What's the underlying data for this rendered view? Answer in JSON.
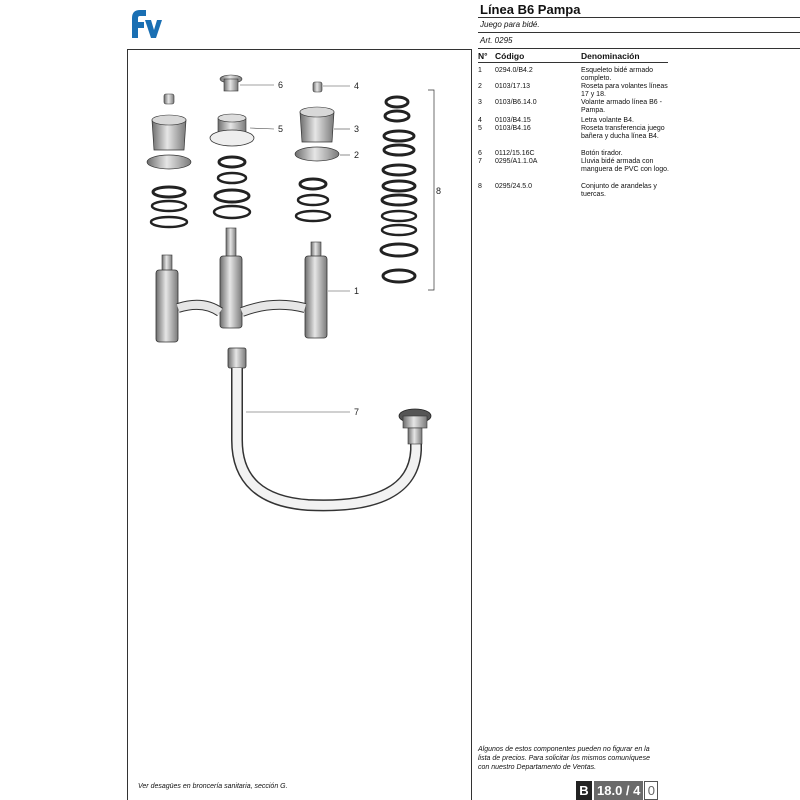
{
  "header": {
    "title": "Línea B6 Pampa",
    "subtitle": "Juego para bidé.",
    "article": "Art. 0295"
  },
  "brand": {
    "logo_text": "fv",
    "color": "#1a6fb3"
  },
  "table": {
    "col_n": "N°",
    "col_code": "Código",
    "col_name": "Denominación",
    "rows": [
      {
        "n": "1",
        "code": "0294.0/B4.2",
        "name": "Esqueleto bidé armado completo."
      },
      {
        "n": "2",
        "code": "0103/17.13",
        "name": "Roseta para volantes líneas 17 y 18."
      },
      {
        "n": "3",
        "code": "0103/B6.14.0",
        "name": "Volante armado línea B6 - Pampa."
      },
      {
        "n": "4",
        "code": "0103/B4.15",
        "name": "Letra volante B4."
      },
      {
        "n": "5",
        "code": "0103/B4.16",
        "name": "Roseta transferencia juego bañera y ducha línea B4."
      },
      {
        "n": "6",
        "code": "0112/15.16C",
        "name": "Botón tirador."
      },
      {
        "n": "7",
        "code": "0295/A1.1.0A",
        "name": "Lluvia bidé armada con manguera de PVC con logo."
      },
      {
        "n": "8",
        "code": "0295/24.5.0",
        "name": "Conjunto de arandelas y tuercas."
      }
    ]
  },
  "callouts": {
    "c1": "1",
    "c2": "2",
    "c3": "3",
    "c4": "4",
    "c5": "5",
    "c6": "6",
    "c7": "7",
    "c8": "8"
  },
  "note": "Algunos de estos componentes pueden no figurar en la lista de precios. Para solicitar los mismos comuníquese con nuestro Departamento de Ventas.",
  "footnote": "Ver desagües en broncería sanitaria, sección G.",
  "pageref": {
    "letter": "B",
    "number": "18.0 / 4",
    "revision": "0"
  }
}
